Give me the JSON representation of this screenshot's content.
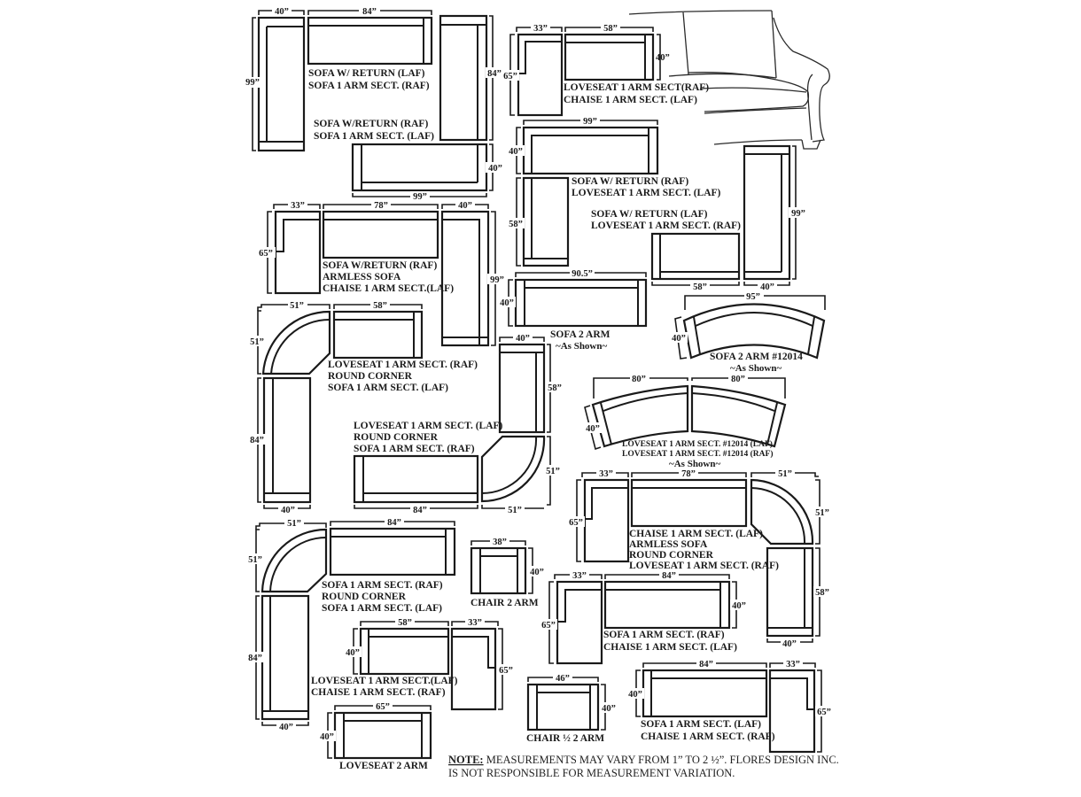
{
  "diagram": {
    "title": "Sectional configurations with measurements",
    "configurations": [
      {
        "id": "c1",
        "labels": [
          "SOFA W/ RETURN (LAF)",
          "SOFA 1 ARM SECT. (RAF)"
        ],
        "dims": [
          "40”",
          "84”",
          "99”"
        ]
      },
      {
        "id": "c2",
        "labels": [
          "SOFA W/RETURN (RAF)",
          "SOFA 1 ARM SECT. (LAF)"
        ],
        "dims": [
          "84”",
          "40”",
          "99”"
        ]
      },
      {
        "id": "c3",
        "labels": [
          "LOVESEAT 1 ARM SECT(RAF)",
          "CHAISE 1 ARM SECT. (LAF)"
        ],
        "dims": [
          "33”",
          "58”",
          "40”",
          "65”"
        ]
      },
      {
        "id": "c4",
        "labels": [
          "SOFA W/ RETURN (RAF)",
          "LOVESEAT 1 ARM SECT. (LAF)"
        ],
        "dims": [
          "99”",
          "40”",
          "58”"
        ]
      },
      {
        "id": "c5",
        "labels": [
          "SOFA  W/ RETURN (LAF)",
          "LOVESEAT 1 ARM SECT. (RAF)"
        ],
        "dims": [
          "99”",
          "58”",
          "40”"
        ]
      },
      {
        "id": "c6",
        "labels": [
          "SOFA W/RETURN (RAF)",
          "ARMLESS SOFA",
          "CHAISE 1 ARM SECT.(LAF)"
        ],
        "dims": [
          "33”",
          "78”",
          "40”",
          "65”",
          "99”"
        ]
      },
      {
        "id": "c7",
        "labels": [
          "SOFA 2 ARM",
          "~As Shown~"
        ],
        "dims": [
          "90.5”",
          "40”"
        ]
      },
      {
        "id": "c8",
        "labels": [
          "SOFA 2 ARM #12014",
          "~As Shown~"
        ],
        "dims": [
          "95”",
          "40”"
        ]
      },
      {
        "id": "c9",
        "labels": [
          "LOVESEAT 1 ARM SECT. (RAF)",
          "ROUND CORNER",
          "SOFA 1 ARM SECT. (LAF)"
        ],
        "dims": [
          "51”",
          "58”",
          "51”",
          "84”",
          "40”"
        ]
      },
      {
        "id": "c10",
        "labels": [
          "LOVESEAT 1 ARM SECT. (LAF)",
          "ROUND CORNER",
          "SOFA 1 ARM SECT. (RAF)"
        ],
        "dims": [
          "40”",
          "58”",
          "51”",
          "84”",
          "51”"
        ]
      },
      {
        "id": "c11",
        "labels": [
          "LOVESEAT 1 ARM SECT. #12014 (LAF)",
          "LOVESEAT 1 ARM SECT. #12014 (RAF)",
          "~As Shown~"
        ],
        "dims": [
          "80”",
          "80”",
          "40”"
        ]
      },
      {
        "id": "c12",
        "labels": [
          "CHAISE 1 ARM SECT. (LAF)",
          "ARMLESS SOFA",
          "ROUND CORNER",
          "LOVESEAT 1 ARM SECT. (RAF)"
        ],
        "dims": [
          "33”",
          "78”",
          "51”",
          "65”",
          "51”",
          "58”",
          "40”"
        ]
      },
      {
        "id": "c13",
        "labels": [
          "SOFA 1 ARM SECT. (RAF)",
          "ROUND CORNER",
          "SOFA 1 ARM SECT. (LAF)"
        ],
        "dims": [
          "51”",
          "84”",
          "51”",
          "84”",
          "40”"
        ]
      },
      {
        "id": "c14",
        "labels": [
          "CHAIR 2 ARM"
        ],
        "dims": [
          "38”",
          "40”"
        ]
      },
      {
        "id": "c15",
        "labels": [
          "SOFA 1 ARM SECT. (RAF)",
          "CHAISE 1 ARM SECT. (LAF)"
        ],
        "dims": [
          "33”",
          "84”",
          "65”",
          "40”"
        ]
      },
      {
        "id": "c16",
        "labels": [
          "LOVESEAT 1 ARM SECT.(LAF)",
          "CHAISE 1 ARM SECT. (RAF)"
        ],
        "dims": [
          "58”",
          "33”",
          "40”",
          "65”"
        ]
      },
      {
        "id": "c17",
        "labels": [
          "LOVESEAT  2 ARM"
        ],
        "dims": [
          "65”",
          "40”"
        ]
      },
      {
        "id": "c18",
        "labels": [
          "CHAIR ½  2 ARM"
        ],
        "dims": [
          "46”",
          "40”"
        ]
      },
      {
        "id": "c19",
        "labels": [
          "SOFA 1 ARM SECT. (LAF)",
          "CHAISE 1 ARM SECT. (RAF)"
        ],
        "dims": [
          "84”",
          "33”",
          "40”",
          "65”"
        ]
      }
    ],
    "illustration": "sofa-sketch",
    "note": {
      "prefix": "NOTE:",
      "line1": " MEASUREMENTS MAY VARY FROM 1” TO 2 ½”. FLORES DESIGN INC.",
      "line2": "IS NOT RESPONSIBLE FOR MEASUREMENT VARIATION."
    }
  }
}
